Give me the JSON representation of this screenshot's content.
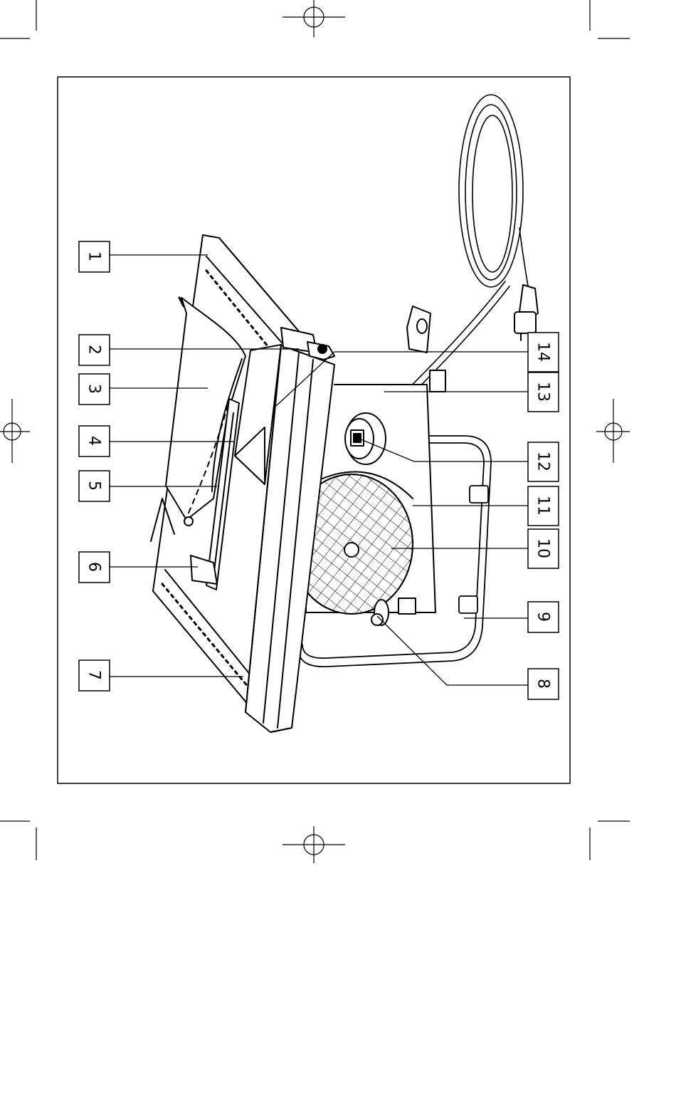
{
  "figure": {
    "description_mode": "line-drawing",
    "ink_color": "#000000",
    "paper_color": "#ffffff",
    "callouts": [
      {
        "id": "1",
        "label": "1"
      },
      {
        "id": "2",
        "label": "2"
      },
      {
        "id": "3",
        "label": "3"
      },
      {
        "id": "4",
        "label": "4"
      },
      {
        "id": "5",
        "label": "5"
      },
      {
        "id": "6",
        "label": "6"
      },
      {
        "id": "7",
        "label": "7"
      },
      {
        "id": "8",
        "label": "8"
      },
      {
        "id": "9",
        "label": "9"
      },
      {
        "id": "10",
        "label": "10"
      },
      {
        "id": "11",
        "label": "11"
      },
      {
        "id": "12",
        "label": "12"
      },
      {
        "id": "13",
        "label": "13"
      },
      {
        "id": "14",
        "label": "14"
      }
    ]
  }
}
